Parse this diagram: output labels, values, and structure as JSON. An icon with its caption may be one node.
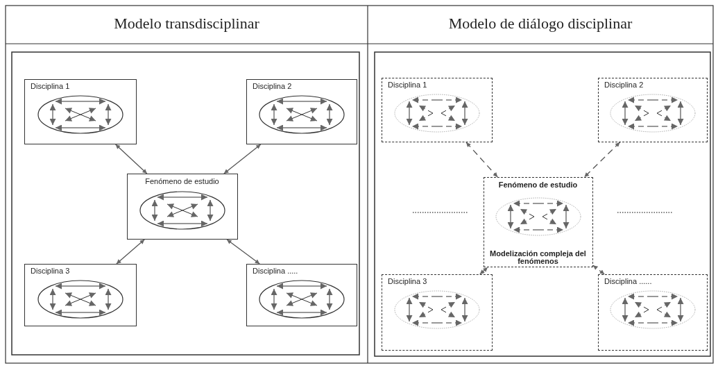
{
  "diagram": {
    "nodes": [
      {
        "text": [
          "Disciplina 1"
        ]
      },
      {
        "text": [
          "Disciplina 2"
        ]
      },
      {
        "text": [
          "Fenómeno de estudio"
        ]
      },
      {
        "text": [
          "Disciplina 3"
        ]
      },
      {
        "text": [
          "Disciplina ....."
        ]
      },
      {
        "text": [
          "Disciplina 1"
        ]
      },
      {
        "text": [
          "Disciplina 2"
        ]
      },
      {
        "text": [
          "Fenómeno de estudio",
          "Modelización compleja del fenómenos"
        ]
      },
      {
        "text": [
          "Disciplina 3"
        ]
      },
      {
        "text": [
          "Disciplina ......"
        ]
      }
    ],
    "edges": [
      {
        "from": 0,
        "to": 2,
        "arrow": "both"
      },
      {
        "from": 1,
        "to": 2,
        "arrow": "both"
      },
      {
        "from": 3,
        "to": 2,
        "arrow": "both"
      },
      {
        "from": 4,
        "to": 2,
        "arrow": "both"
      },
      {
        "from": 5,
        "to": 7,
        "arrow": "both",
        "style": "dashed"
      },
      {
        "from": 6,
        "to": 7,
        "arrow": "both",
        "style": "dashed"
      },
      {
        "from": 8,
        "to": 7,
        "arrow": "both",
        "style": "dashed"
      },
      {
        "from": 9,
        "to": 7,
        "arrow": "both",
        "style": "dashed"
      }
    ],
    "labels": [
      "Modelo transdisciplinar",
      "Modelo de diálogo disciplinar"
    ]
  }
}
